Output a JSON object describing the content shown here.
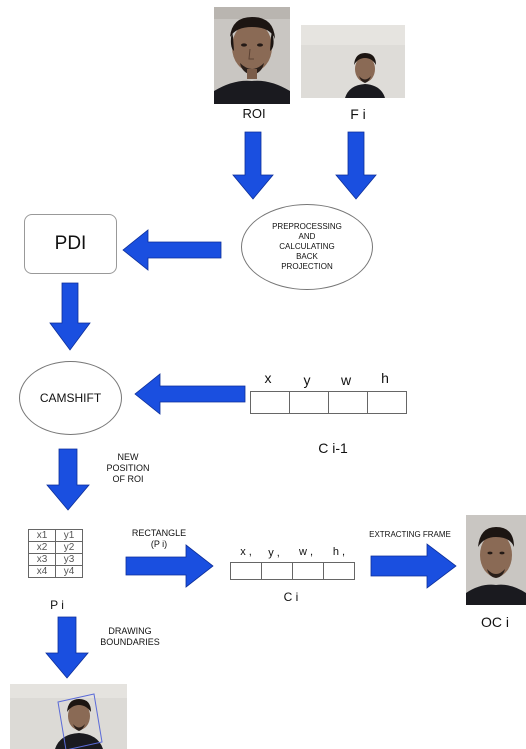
{
  "top": {
    "roi_label": "ROI",
    "fi_label": "F i"
  },
  "preprocessing": {
    "line1": "PREPROCESSING",
    "line2": "AND",
    "line3": "CALCULATING",
    "line4": "BACK",
    "line5": "PROJECTION"
  },
  "pdi": {
    "label": "PDI"
  },
  "camshift": {
    "label": "CAMSHIFT"
  },
  "ci_minus_1": {
    "headers": [
      "x",
      "y",
      "w",
      "h"
    ],
    "caption": "C i-1"
  },
  "new_position": {
    "line1": "NEW",
    "line2": "POSITION",
    "line3": "OF ROI"
  },
  "pi": {
    "rows": [
      [
        "x1",
        "y1"
      ],
      [
        "x2",
        "y2"
      ],
      [
        "x3",
        "y3"
      ],
      [
        "x4",
        "y4"
      ]
    ],
    "caption": "P i"
  },
  "rectangle": {
    "line1": "RECTANGLE",
    "line2": "(P i)"
  },
  "ci": {
    "headers": [
      "x ,",
      "y ,",
      "w ,",
      "h ,"
    ],
    "caption": "C i"
  },
  "extracting": {
    "label": "EXTRACTING FRAME"
  },
  "oci": {
    "label": "OC i"
  },
  "drawing": {
    "line1": "DRAWING",
    "line2": "BOUNDARIES"
  },
  "colors": {
    "arrow_blue": "#1a4fe0",
    "arrow_edge": "#0d2f9a"
  }
}
